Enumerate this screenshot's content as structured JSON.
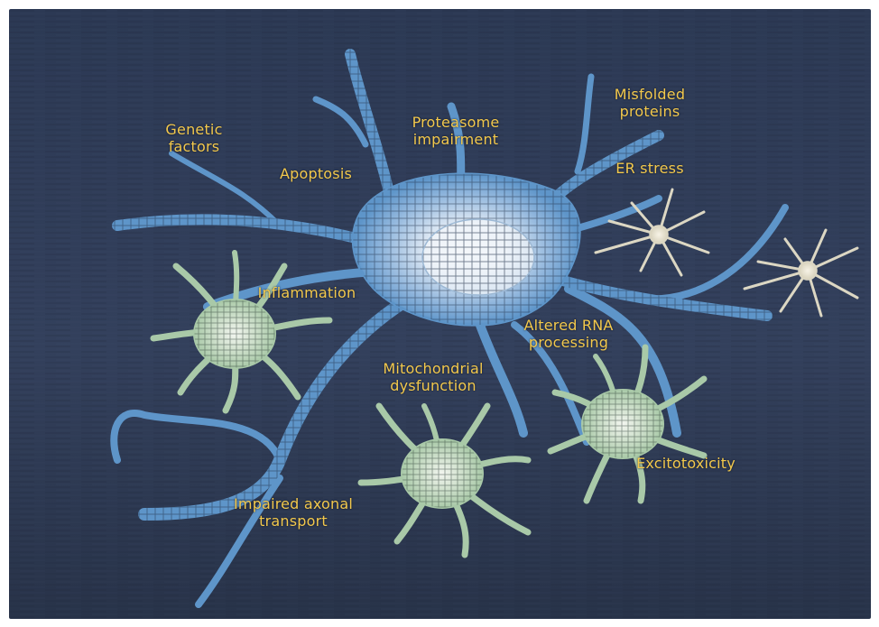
{
  "colors": {
    "background": "#2f3c58",
    "background_dark": "#222c42",
    "label": "#f3c94c",
    "neuron": "#5e95c9",
    "neuron_light": "#dfe9f4",
    "glia": "#a9c9a8",
    "glia_light": "#e7efe3",
    "astro": "#dcd7c3"
  },
  "labels": {
    "genetic_factors": "Genetic\nfactors",
    "proteasome_impairment": "Proteasome\nimpairment",
    "misfolded_proteins": "Misfolded\nproteins",
    "apoptosis": "Apoptosis",
    "er_stress": "ER stress",
    "inflammation": "Inflammation",
    "altered_rna_processing": "Altered RNA\nprocessing",
    "mitochondrial_dysfunction": "Mitochondrial\ndysfunction",
    "excitotoxicity": "Excitotoxicity",
    "impaired_axonal_transport": "Impaired axonal\ntransport"
  }
}
